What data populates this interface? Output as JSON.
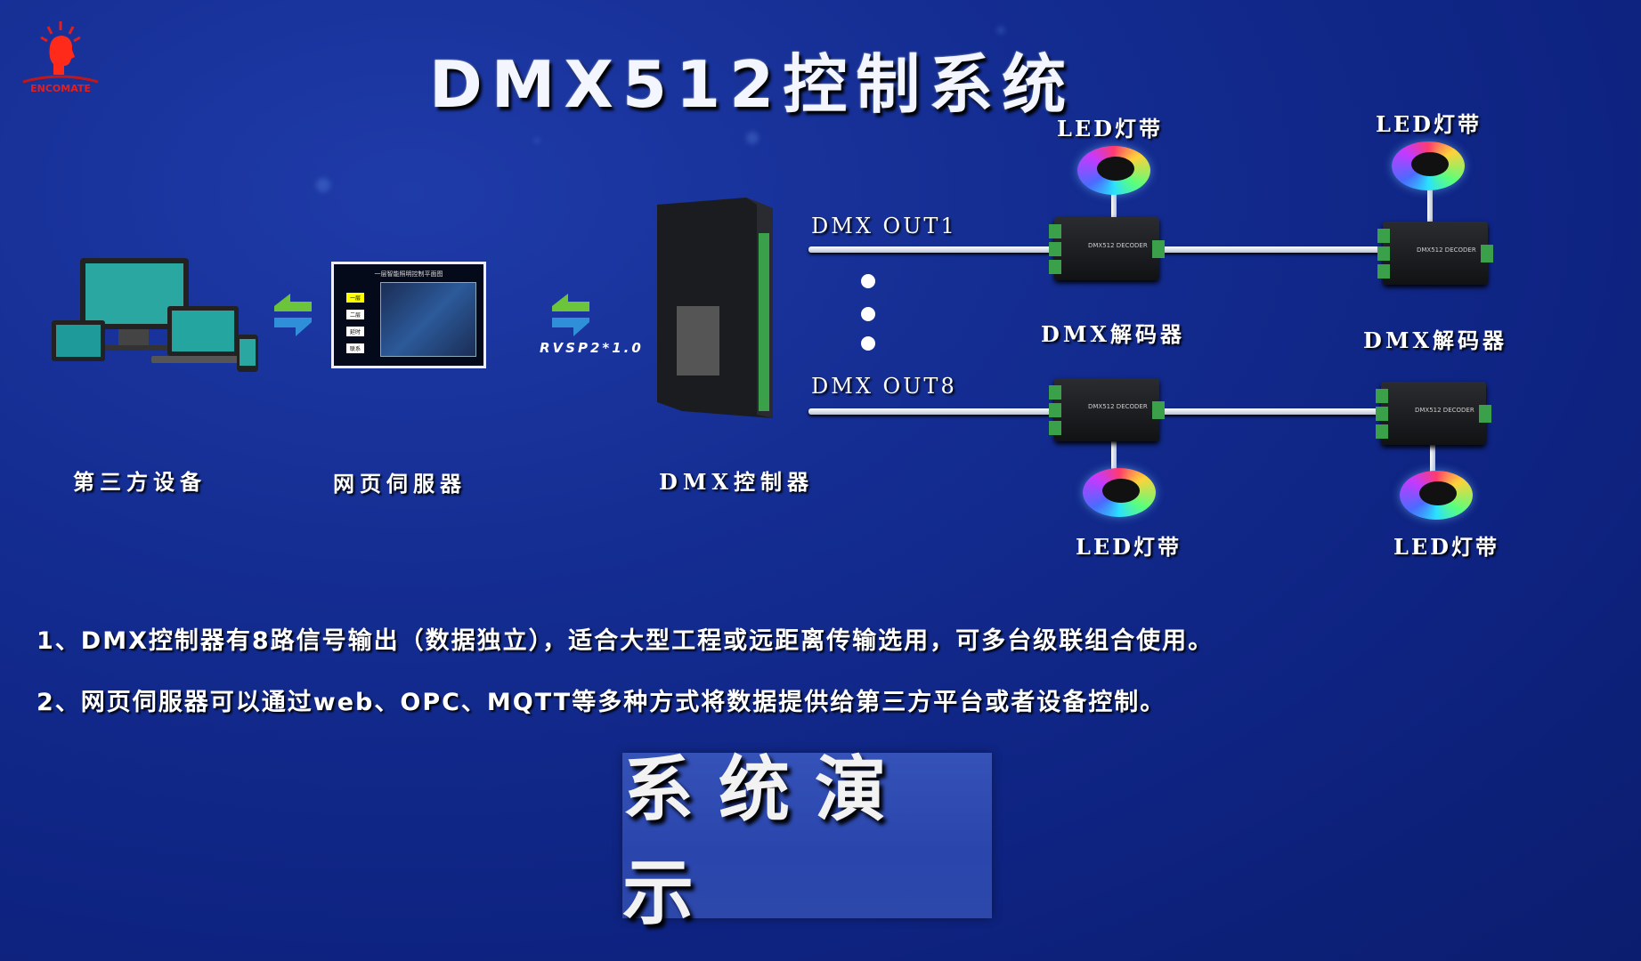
{
  "logo": {
    "text": "ENCOMATE",
    "color": "#e02020"
  },
  "title": "DMX512控制系统",
  "diagram": {
    "third_party_label": "第三方设备",
    "web_server_label": "网页伺服器",
    "web_server_screen": {
      "title": "一层智能照明控制平面图",
      "buttons": [
        "一层",
        "二层",
        "延时",
        "联系"
      ]
    },
    "protocol_label": "RVSP2*1.0",
    "controller_label": "DMX控制器",
    "outputs": [
      "DMX OUT1",
      "DMX OUT8"
    ],
    "decoder_label": "DMX解码器",
    "decoder_print": "DMX512 DECODER",
    "led_label": "LED灯带"
  },
  "notes": [
    "1、DMX控制器有8路信号输出（数据独立），适合大型工程或远距离传输选用，可多台级联组合使用。",
    "2、网页伺服器可以通过web、OPC、MQTT等多种方式将数据提供给第三方平台或者设备控制。"
  ],
  "demo_button": "系统演示",
  "colors": {
    "background": "#142d92",
    "arrow_green": "#6cc43a",
    "arrow_blue": "#2f8fd8",
    "terminal": "#3aa14a"
  }
}
